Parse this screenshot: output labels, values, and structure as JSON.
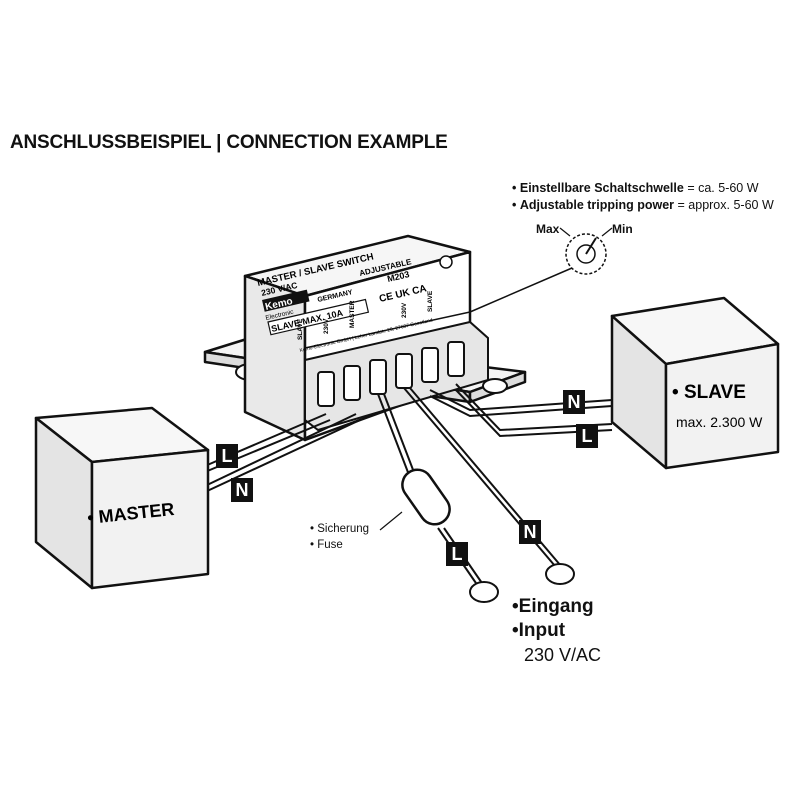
{
  "title": "ANSCHLUSSBEISPIEL | CONNECTION EXAMPLE",
  "annotations": {
    "threshold_de_bold": "Einstellbare Schaltschwelle",
    "threshold_de_rest": " = ca. 5-60 W",
    "threshold_en_bold": "Adjustable tripping power",
    "threshold_en_rest": " = approx. 5-60 W",
    "max": "Max",
    "min": "Min"
  },
  "module": {
    "line1": "MASTER / SLAVE SWITCH",
    "line2": "230 V/AC",
    "line3": "ADJUSTABLE",
    "brand": "Kemo",
    "brand_sub": "Electronic",
    "origin": "GERMANY",
    "model": "M203",
    "rating": "SLAVE MAX. 10A",
    "marks": "CE UK CA",
    "terminals": [
      "SLAVE",
      "230V",
      "MASTER",
      "",
      "230V",
      "SLAVE"
    ],
    "footer": "Kemo-Electronic GmbH | Leher Landstr. 20, 27607 Geestland"
  },
  "boxes": {
    "master": "MASTER",
    "slave": "SLAVE",
    "slave_power": "max. 2.300 W"
  },
  "wire_tags": {
    "master_l": "L",
    "master_n": "N",
    "slave_n": "N",
    "slave_l": "L",
    "input_n": "N",
    "input_l": "L"
  },
  "fuse": {
    "de": "Sicherung",
    "en": "Fuse"
  },
  "input": {
    "de": "Eingang",
    "en": "Input",
    "voltage": "230 V/AC"
  },
  "colors": {
    "ink": "#111111",
    "box_fill": "#f2f2f2",
    "tag_bg": "#111111"
  }
}
